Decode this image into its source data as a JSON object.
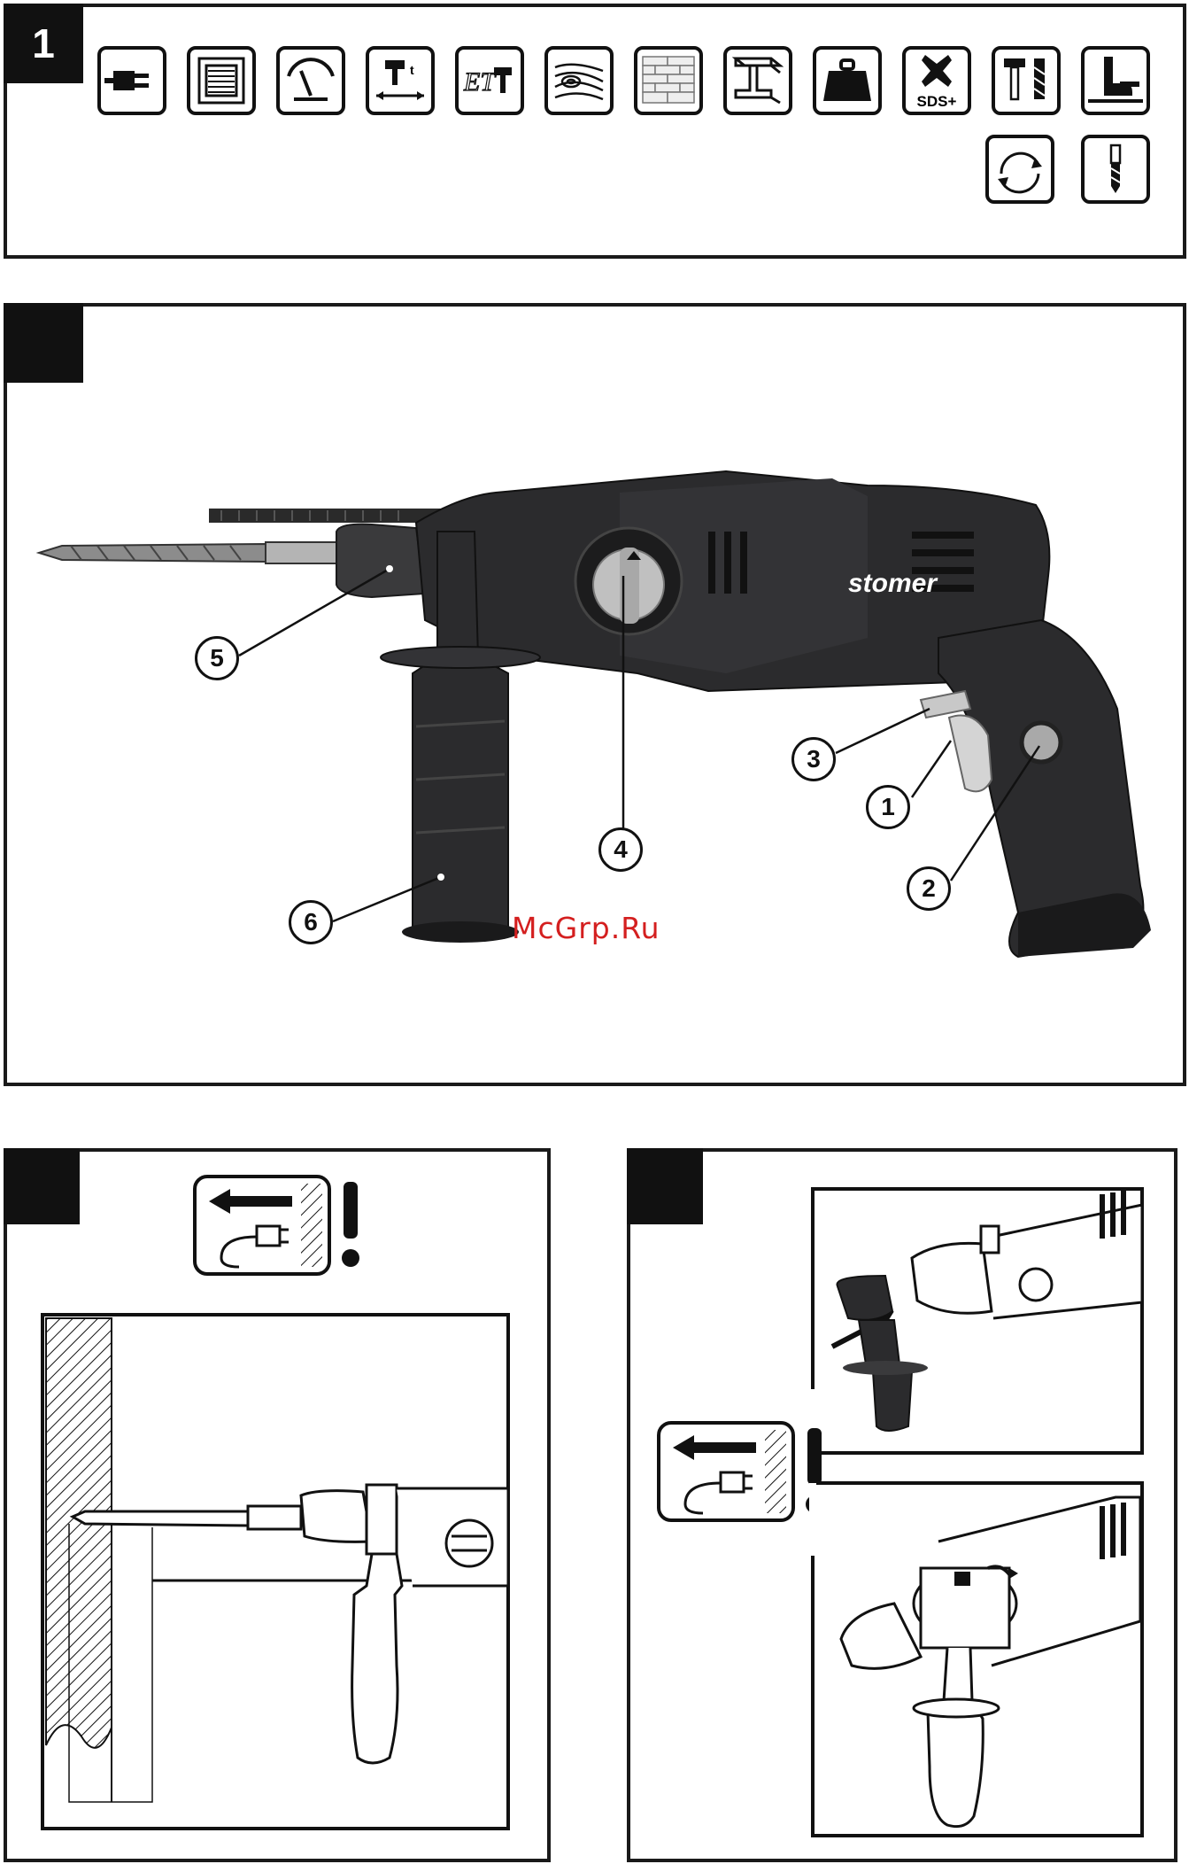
{
  "figure1": {
    "number": "1",
    "icons": [
      "power-plug-icon",
      "double-insulation-icon",
      "power-gauge-icon",
      "impact-energy-icon",
      "impact-energy-value-icon",
      "wood-material-icon",
      "brick-material-icon",
      "steel-beam-material-icon",
      "weight-icon",
      "sds-plus-chuck-icon",
      "hammer-drill-mode-icon",
      "depth-stop-icon",
      "reverse-rotation-icon",
      "drill-bit-icon"
    ],
    "sds_label": "SDS+",
    "et_label": "ET"
  },
  "figure2": {
    "brand": "stomer",
    "callouts": [
      "1",
      "2",
      "3",
      "4",
      "5",
      "6"
    ]
  },
  "watermark": "McGrp.Ru",
  "colors": {
    "ink": "#111111",
    "tool_body": "#2b2b2d",
    "tool_dark": "#1a1a1b",
    "chuck_grey": "#b9b9b9",
    "watermark_red": "#d41f1f"
  }
}
